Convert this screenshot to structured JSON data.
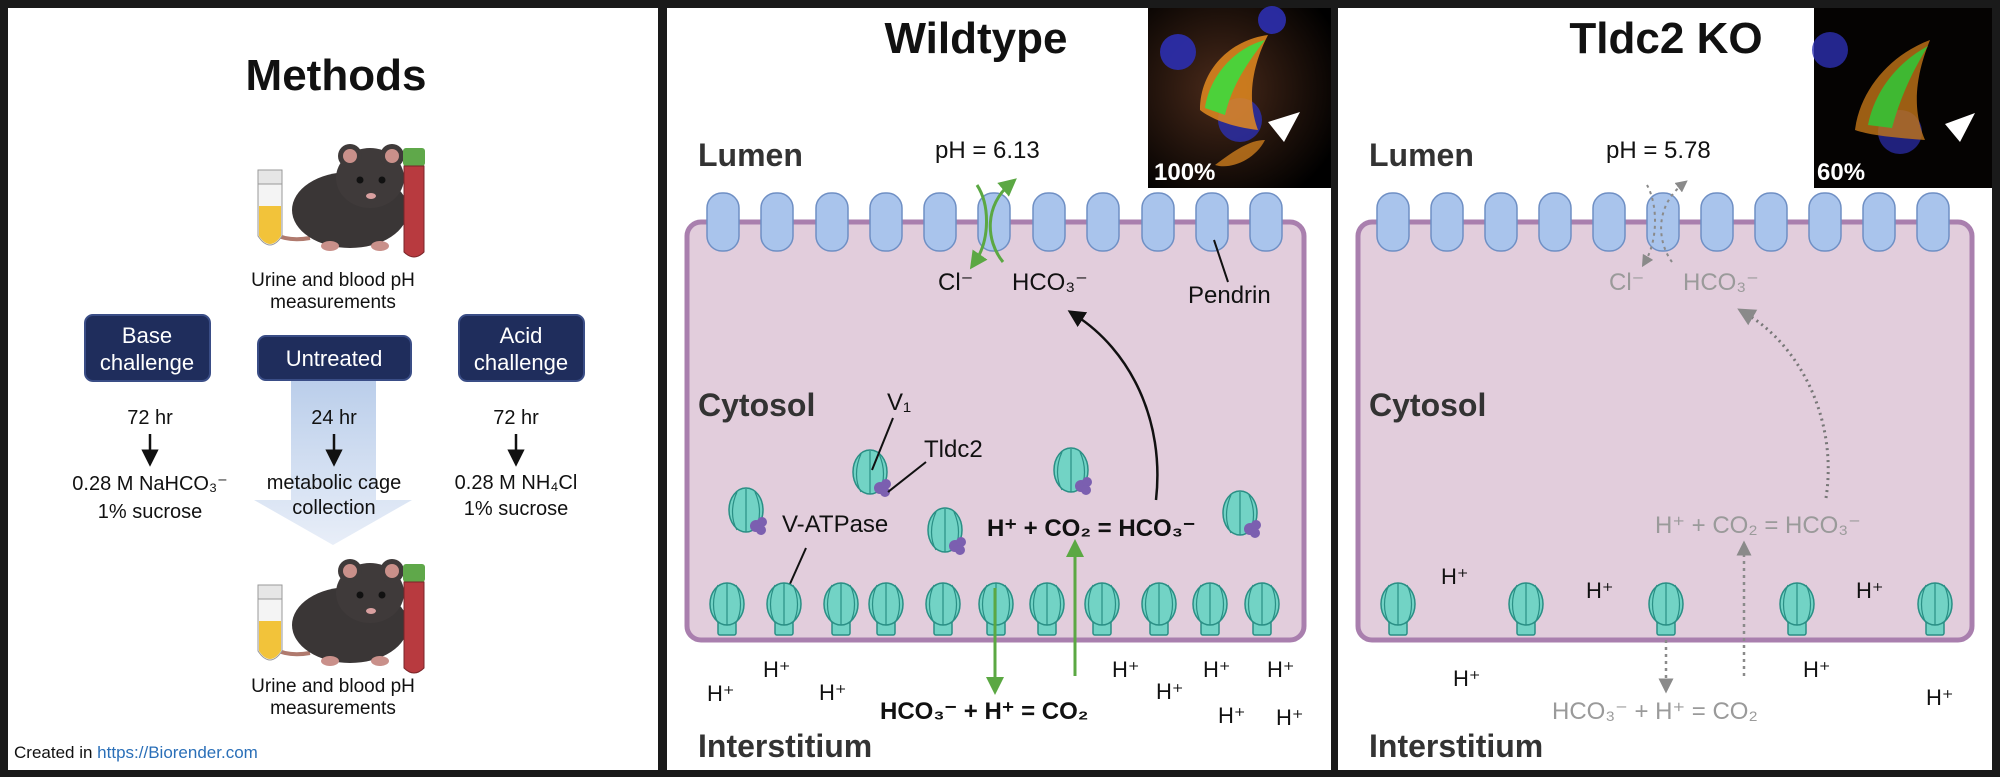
{
  "colors": {
    "background": "#1a1a1a",
    "panel": "#ffffff",
    "cell_fill": "#e2cddc",
    "cell_stroke": "#a97fae",
    "pendrin_fill": "#a9c4ec",
    "pendrin_stroke": "#6f8fc4",
    "vatpase_fill": "#72d3c5",
    "vatpase_stroke": "#2a8f85",
    "tldc2": "#7b5fb0",
    "green_arrow": "#5ba843",
    "button_bg": "#1f2d5c",
    "link": "#2a6fb8",
    "faded_text": "#9a9a9a"
  },
  "methods": {
    "title": "Methods",
    "top_caption_1": "Urine and blood pH",
    "top_caption_2": "measurements",
    "bottom_caption_1": "Urine and blood pH",
    "bottom_caption_2": "measurements",
    "base": {
      "label_1": "Base",
      "label_2": "challenge",
      "time": "72 hr",
      "treatment_1": "0.28 M NaHCO₃⁻",
      "treatment_2": "1% sucrose"
    },
    "untreated": {
      "label": "Untreated",
      "time": "24 hr",
      "treatment_1": "metabolic cage",
      "treatment_2": "collection"
    },
    "acid": {
      "label_1": "Acid",
      "label_2": "challenge",
      "time": "72 hr",
      "treatment_1": "0.28 M NH₄Cl",
      "treatment_2": "1% sucrose"
    },
    "credit_prefix": "Created in",
    "credit_link": "https://Biorender.com"
  },
  "wildtype": {
    "title": "Wildtype",
    "inset_label": "100%",
    "lumen": "Lumen",
    "ph": "pH = 6.13",
    "cl": "Cl⁻",
    "hco3": "HCO₃⁻",
    "pendrin": "Pendrin",
    "cytosol": "Cytosol",
    "v1": "V₁",
    "tldc2": "Tldc2",
    "vatpase": "V-ATPase",
    "equation_top": "H⁺ + CO₂ = HCO₃⁻",
    "equation_bottom": "HCO₃⁻ + H⁺ = CO₂",
    "interstitium": "Interstitium",
    "h_plus": "H⁺"
  },
  "knockout": {
    "title": "Tldc2 KO",
    "inset_label": "60%",
    "lumen": "Lumen",
    "ph": "pH = 5.78",
    "cl": "Cl⁻",
    "hco3": "HCO₃⁻",
    "cytosol": "Cytosol",
    "equation_top": "H⁺ + CO₂ = HCO₃⁻",
    "equation_bottom": "HCO₃⁻ + H⁺ = CO₂",
    "interstitium": "Interstitium",
    "h_plus": "H⁺"
  }
}
